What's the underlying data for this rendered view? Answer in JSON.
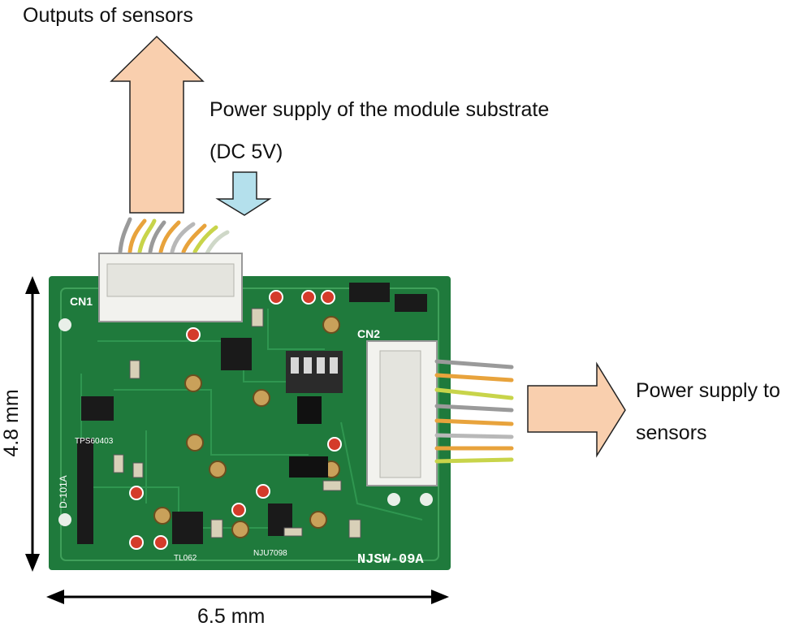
{
  "labels": {
    "outputs": "Outputs of sensors",
    "power_module_line1": "Power supply of the module substrate",
    "power_module_line2": "(DC 5V)",
    "power_sensors_line1": "Power supply to",
    "power_sensors_line2": "sensors",
    "height_dim": "4.8 mm",
    "width_dim": "6.5 mm"
  },
  "board": {
    "connector1": "CN1",
    "connector2": "CN2",
    "model": "NJSW-09A",
    "chip_ic": "TPS60403",
    "opamp": "TL062",
    "opamp2": "NJU7098",
    "side_label": "D-101A"
  },
  "colors": {
    "arrow_orange": "#f9cfae",
    "arrow_blue": "#b4e0ec",
    "pcb_green": "#1f7a3c"
  }
}
